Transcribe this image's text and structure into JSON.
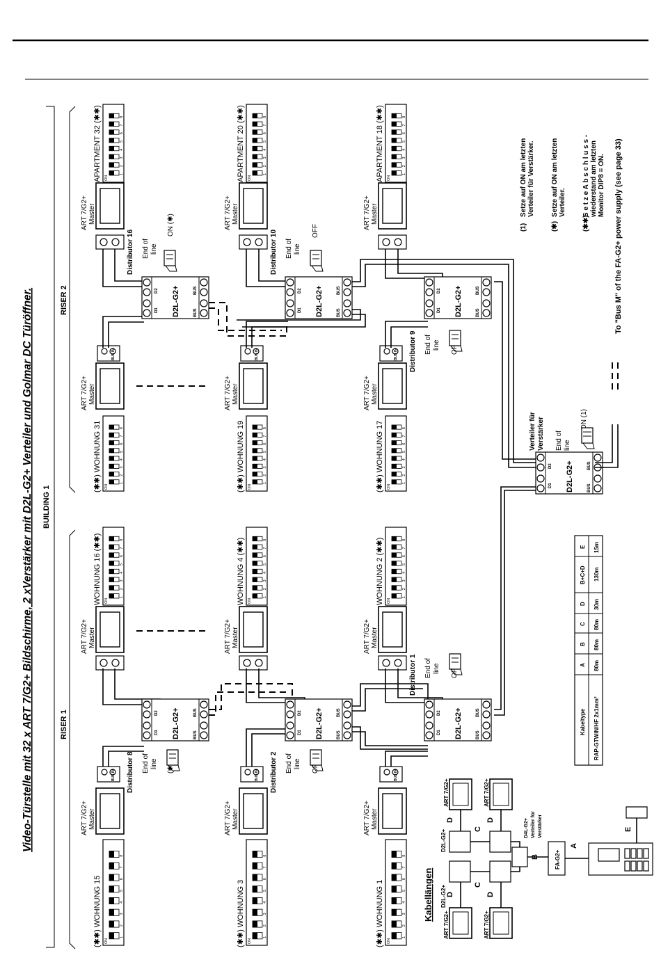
{
  "title": "Video-Türstelle mit 32 x ART 7/G2+ Bildschirme, 2 xVerstärker mit D2L-G2+ Verteiler und Golmar DC Türöffner.",
  "building": "BUILDING 1",
  "risers": [
    "RISER 1",
    "RISER 2"
  ],
  "monitor": {
    "line1": "ART 7/G2+",
    "line2": "Master"
  },
  "dip": {
    "on": "ON",
    "nums": [
      "1",
      "2",
      "3",
      "4",
      "5",
      "6",
      "7",
      "8"
    ]
  },
  "bus_in": "BUS IN",
  "d2l": {
    "name": "D2L-G2+",
    "d1": "D1",
    "d2": "D2",
    "bus": "BUS"
  },
  "end_of_line": [
    "End of",
    "line"
  ],
  "units": [
    {
      "label": "(✱✱) WOHNUNG 15",
      "dist": "Distributor 8",
      "eol": "(✱) ON"
    },
    {
      "label": "WOHNUNG 16 (✱✱)"
    },
    {
      "label": "(✱✱) WOHNUNG 3",
      "dist": "Distributor 2",
      "eol": "OFF"
    },
    {
      "label": "WOHNUNG 4 (✱✱)"
    },
    {
      "label": "(✱✱) WOHNUNG 1"
    },
    {
      "label": "WOHNUNG 2 (✱✱)",
      "dist": "Distributor 1",
      "eol": "OFF"
    },
    {
      "label": "(✱✱) WOHNUNG 31"
    },
    {
      "label": "APARTMENT 32 (✱✱)",
      "dist": "Distributor 16",
      "eol": "ON (✱)"
    },
    {
      "label": "(✱✱) WOHNUNG 19"
    },
    {
      "label": "APARTMENT 20 (✱✱)",
      "dist": "Distributor 10",
      "eol": "OFF"
    },
    {
      "label": "(✱✱) WOHNUNG 17",
      "dist": "Distributor 9",
      "eol": "OFF"
    },
    {
      "label": "APARTMENT 18 (✱✱)"
    }
  ],
  "amp": {
    "line1": "Verteiler für",
    "line2": "Verstärker",
    "eol": "ON (1)"
  },
  "notes": [
    {
      "key": "(1)",
      "lines": [
        "Setze auf ON am letzten",
        "Verteiler für Verstärker."
      ]
    },
    {
      "key": "(✱)",
      "lines": [
        "Setze auf ON am letzten",
        "Verteiler."
      ]
    },
    {
      "key": "(✱✱)",
      "lines": [
        "S e t z e   A b s c h l u s s -",
        "wiederstand am letzten",
        "Monitor DIP8 = ON."
      ]
    }
  ],
  "power_note": "To \"Bus M\" of the FA-G2+ power supply (see page 33)",
  "cable_table": {
    "headers": [
      "Kabeltype",
      "A",
      "B",
      "C",
      "D",
      "B+C+D",
      "E"
    ],
    "row": [
      "RAP-GTWIN/HF 2x1mm²",
      "80m",
      "80m",
      "80m",
      "30m",
      "130m",
      "15m"
    ]
  },
  "cable_diagram": {
    "title": "Kabellängen",
    "monitor": "ART 7/G2+",
    "dist": "D2L-G2+",
    "amp": [
      "D4L-G2+",
      "Verteiler für",
      "Verstärker"
    ],
    "psu": "FA-G2+",
    "letters": [
      "A",
      "B",
      "C",
      "D",
      "E"
    ]
  }
}
